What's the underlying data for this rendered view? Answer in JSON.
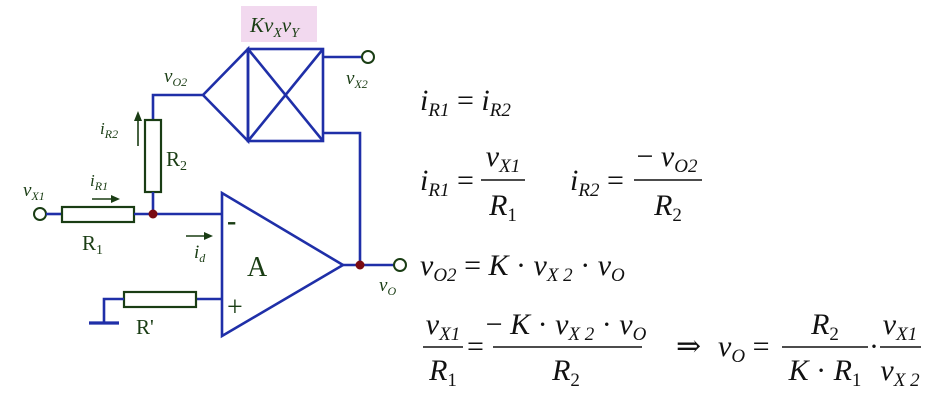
{
  "colors": {
    "wire": "#1f2fa8",
    "component": "#1a3d14",
    "node": "#7a0a12",
    "multiplier_label_bg": "#f2d9ef",
    "text": "#111111"
  },
  "circuit": {
    "multiplier": {
      "k": "K",
      "v": "v",
      "x": "X",
      "y": "Y"
    },
    "op_amp": {
      "label": "A",
      "minus": "-",
      "plus": "+"
    },
    "labels": {
      "v": "v",
      "i": "i",
      "O2": "O2",
      "X2": "X2",
      "X1": "X1",
      "O": "O",
      "R2sub": "R2",
      "R1sub": "R1",
      "d": "d",
      "R": "R",
      "one": "1",
      "two": "2",
      "Rprime": "R'"
    }
  },
  "equations": {
    "eq1": {
      "a": "i",
      "asub": "R1",
      "eq": " = ",
      "b": "i",
      "bsub": "R2"
    },
    "eq2": {
      "l": "i",
      "lsub": "R1",
      "eq": " = ",
      "num_v": "v",
      "num_sub": "X1",
      "den_r": "R",
      "den_sub": "1"
    },
    "eq3": {
      "l": "i",
      "lsub": "R2",
      "eq": " = ",
      "minus": "− ",
      "num_v": "v",
      "num_sub": "O2",
      "den_r": "R",
      "den_sub": "2"
    },
    "eq4": {
      "l": "v",
      "lsub": "O2",
      "eq": " = ",
      "k": "K",
      "dot": " · ",
      "v1": "v",
      "v1sub": "X 2",
      "v2": "v",
      "v2sub": "O"
    },
    "eq5": {
      "lnum": "v",
      "lnumsub": "X1",
      "lden": "R",
      "ldensub": "1",
      "eq": "=",
      "minus": "− ",
      "k": "K",
      "dot": " · ",
      "v1": "v",
      "v1sub": "X 2",
      "v2": "v",
      "v2sub": "O",
      "rden": "R",
      "rdensub": "2"
    },
    "eq6": {
      "arrow": "⇒",
      "l": "v",
      "lsub": "O",
      "eq": " = ",
      "f1num": "R",
      "f1numsub": "2",
      "k": "K",
      "dot": " · ",
      "f1den": "R",
      "f1densub": "1",
      "mul": "·",
      "f2num": "v",
      "f2numsub": "X1",
      "f2den": "v",
      "f2densub": "X 2"
    }
  }
}
